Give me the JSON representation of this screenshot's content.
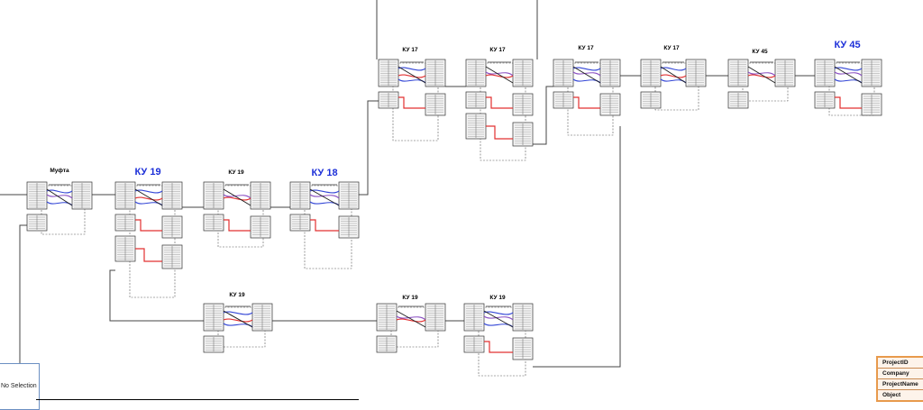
{
  "diagram": {
    "nodes": [
      {
        "id": "m1",
        "label": "Муфта",
        "size": "small"
      },
      {
        "id": "a",
        "label": "КУ 19",
        "size": "big"
      },
      {
        "id": "b",
        "label": "КУ 19",
        "size": "small"
      },
      {
        "id": "c",
        "label": "КУ 18",
        "size": "big"
      },
      {
        "id": "d",
        "label": "КУ 17",
        "size": "small"
      },
      {
        "id": "e",
        "label": "КУ 17",
        "size": "small"
      },
      {
        "id": "f",
        "label": "КУ 17",
        "size": "small"
      },
      {
        "id": "g",
        "label": "КУ 17",
        "size": "small"
      },
      {
        "id": "h",
        "label": "КУ 45",
        "size": "small"
      },
      {
        "id": "i",
        "label": "КУ 45",
        "size": "big"
      },
      {
        "id": "j",
        "label": "КУ 19",
        "size": "small"
      },
      {
        "id": "k",
        "label": "КУ 19",
        "size": "small"
      },
      {
        "id": "l",
        "label": "КУ 19",
        "size": "small"
      }
    ]
  },
  "selection": {
    "text": "No Selection"
  },
  "properties": {
    "rows": [
      "ProjectID",
      "Company",
      "ProjectName",
      "Object"
    ]
  },
  "colors": {
    "big_label": "#1c2fd8",
    "accent": "#e89a4c",
    "wire_red": "#e23030",
    "wire_blue": "#3346d6",
    "wire_purple": "#8a4fc2"
  }
}
